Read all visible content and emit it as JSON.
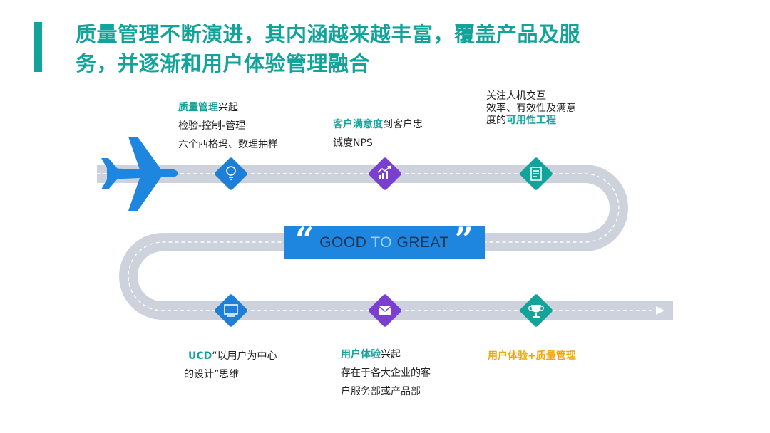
{
  "title": {
    "line1": "质量管理不断演进，其内涵越来越丰富，覆盖产品及服",
    "line2": "务，并逐渐和用户体验管理融合"
  },
  "banner": {
    "open_quote": "“",
    "word1": "GOOD",
    "word2": "TO",
    "word3": "GREAT",
    "close_quote": "”"
  },
  "milestones": {
    "quality": {
      "icon": "lightbulb-icon",
      "color": "#1d7fd6",
      "highlight": "质量管理",
      "rest": "兴起",
      "line2": "检验-控制-管理",
      "line3": "六个西格玛、数理抽样"
    },
    "satisfaction": {
      "icon": "chart-icon",
      "color": "#7b3fd0",
      "highlight": "客户满意度",
      "rest": "到客户忠",
      "line2": "诚度NPS"
    },
    "usability": {
      "icon": "document-icon",
      "color": "#12a39a",
      "line1": "关注人机交互",
      "line2": "效率、有效性及满意",
      "line3_pre": "度的",
      "highlight": "可用性工程"
    },
    "ucd": {
      "icon": "monitor-icon",
      "color": "#1d7fd6",
      "highlight": "UCD",
      "rest": "“以用户为中心",
      "line2": "的设计”思维"
    },
    "ux": {
      "icon": "envelope-icon",
      "color": "#7b3fd0",
      "highlight": "用户体验",
      "rest": "兴起",
      "line2": "存在于各大企业的客",
      "line3": "户服务部或产品部"
    },
    "ux_quality": {
      "icon": "trophy-icon",
      "color": "#12a39a",
      "highlight": "用户体验+质量管理"
    }
  },
  "colors": {
    "road": "#cdd2dd",
    "road_dash": "#ffffff",
    "airplane": "#1f86e0",
    "title": "#12a39a"
  }
}
